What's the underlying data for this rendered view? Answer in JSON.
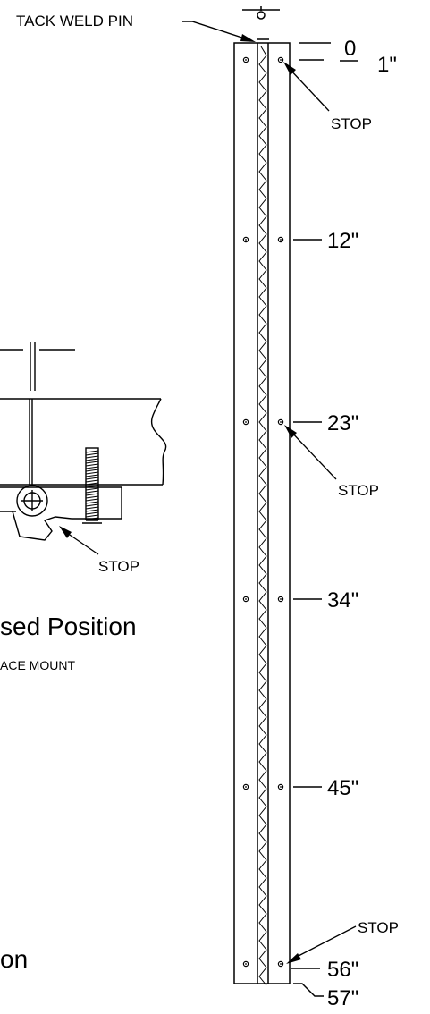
{
  "labels": {
    "tack_weld_pin": "TACK WELD PIN",
    "stop": "STOP",
    "closed_position": "sed Position",
    "surface_mount": "ACE MOUNT",
    "bottom_partial": "on"
  },
  "dimensions": {
    "d0": "0",
    "d1": "1\"",
    "d12": "12\"",
    "d23": "23\"",
    "d34": "34\"",
    "d45": "45\"",
    "d56": "56\"",
    "d57": "57\""
  },
  "colors": {
    "line": "#000000",
    "background": "#ffffff"
  }
}
